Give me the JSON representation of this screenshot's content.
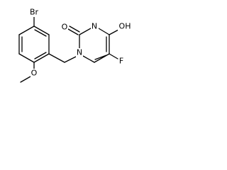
{
  "atoms": {
    "br": "Br",
    "o_methoxy": "O",
    "n1": "N",
    "o_carbonyl": "O",
    "n3": "N",
    "o_hydroxy": "OH",
    "f": "F"
  }
}
